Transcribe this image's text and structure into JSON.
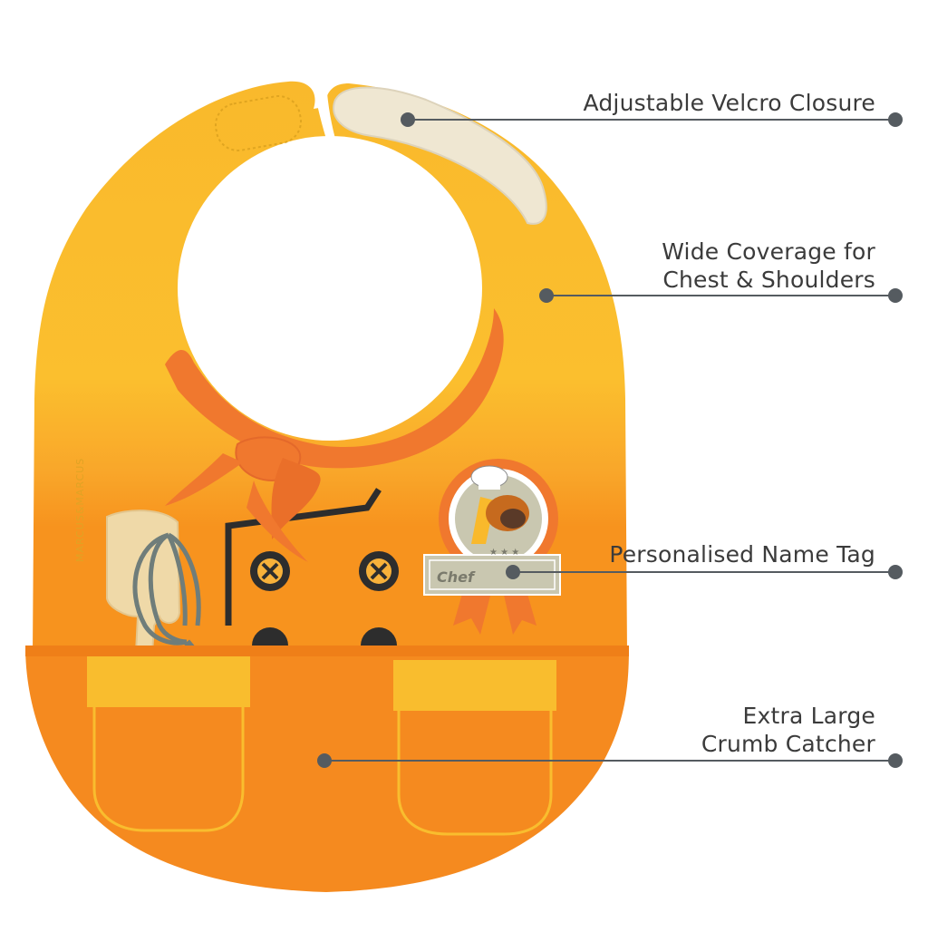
{
  "colors": {
    "bib_yellow": "#f9b92c",
    "bib_orange": "#f7931e",
    "pocket_orange": "#f58a1f",
    "scarf_orange": "#f0782e",
    "velcro": "#efe7d2",
    "line_color": "#555b60",
    "text_color": "#3b3b3b"
  },
  "bib": {
    "brand_text": "MARCUS&MARCUS",
    "badge_text": "Chef"
  },
  "callouts": [
    {
      "lines": [
        "Adjustable Velcro Closure"
      ]
    },
    {
      "lines": [
        "Wide Coverage for",
        "Chest & Shoulders"
      ]
    },
    {
      "lines": [
        "Personalised Name Tag"
      ]
    },
    {
      "lines": [
        "Extra Large",
        "Crumb Catcher"
      ]
    }
  ]
}
